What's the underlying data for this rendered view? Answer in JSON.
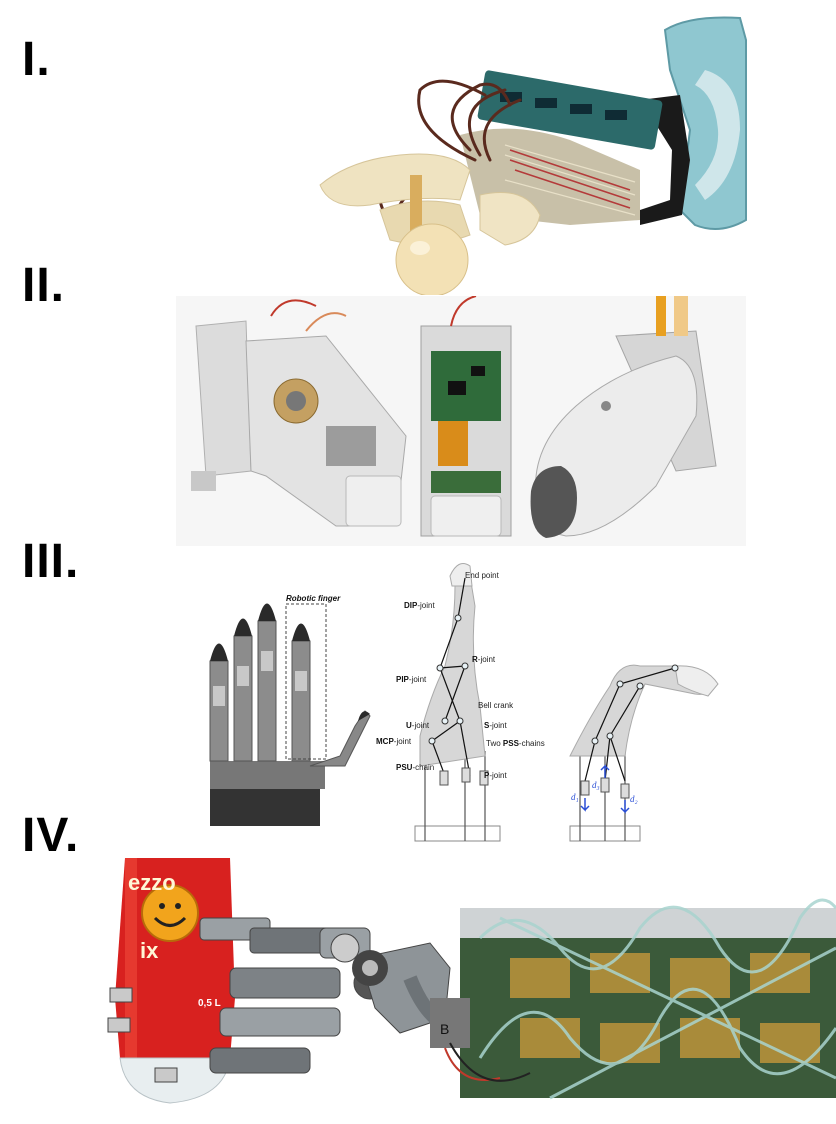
{
  "panels": {
    "p1": {
      "numeral": "I."
    },
    "p2": {
      "numeral": "II."
    },
    "p3": {
      "numeral": "III.",
      "robotic_finger_label": "Robotic finger",
      "joint_labels": {
        "end_point": "End point",
        "dip": "DIP",
        "dip_suffix": "-joint",
        "r": "R",
        "r_suffix": "-joint",
        "pip": "PIP",
        "pip_suffix": "-joint",
        "bell_crank": "Bell crank",
        "u": "U",
        "u_suffix": "-joint",
        "s": "S",
        "s_suffix": "-joint",
        "mcp": "MCP",
        "mcp_suffix": "-joint",
        "two_pss_prefix": "Two ",
        "pss": "PSS",
        "pss_suffix": "-chains",
        "psu": "PSU",
        "psu_suffix": "-chain",
        "p": "P",
        "p_suffix": "-joint"
      },
      "actuator_labels": {
        "d1": "d₁",
        "d2": "d₂",
        "d3": "d₃"
      },
      "colors": {
        "arrow": "#2b4fd6"
      }
    },
    "p4": {
      "numeral": "IV.",
      "can_brand": "ezzo",
      "can_brand_2": "ix",
      "bottle_label": "0,5 L",
      "board_tag": "B"
    }
  }
}
